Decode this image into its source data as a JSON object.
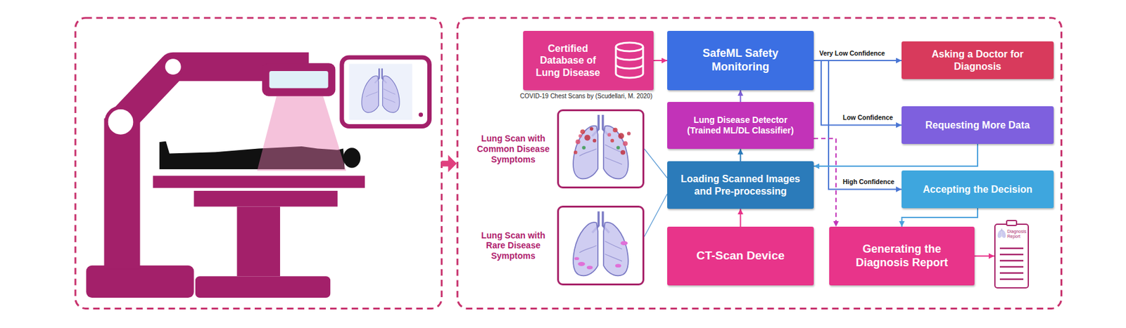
{
  "diagram": {
    "nodes": [
      {
        "text": [
          "Certified Database of Lung Disease"
        ]
      },
      {
        "text": [
          "SafeML Safety Monitoring"
        ]
      },
      {
        "text": [
          "Asking a Doctor for Diagnosis"
        ]
      },
      {
        "text": [
          "Lung Scan with Common Disease Symptoms"
        ]
      },
      {
        "text": [
          "Lung Disease Detector (Trained ML/DL Classifier)"
        ]
      },
      {
        "text": [
          "Requesting More Data"
        ]
      },
      {
        "text": [
          "Loading Scanned Images and Pre-processing"
        ]
      },
      {
        "text": [
          "Accepting the Decision"
        ]
      },
      {
        "text": [
          "Lung Scan with Rare Disease Symptoms"
        ]
      },
      {
        "text": [
          "CT-Scan Device"
        ]
      },
      {
        "text": [
          "Generating the Diagnosis Report"
        ]
      },
      {
        "text": [
          "Diagnosis Report"
        ]
      }
    ],
    "edges": [
      {
        "from": 0,
        "to": 1,
        "arrow": "to"
      },
      {
        "from": 1,
        "to": 2,
        "label": "Very Low Confidence",
        "arrow": "to"
      },
      {
        "from": 1,
        "to": 5,
        "label": "Low Confidence",
        "arrow": "to"
      },
      {
        "from": 1,
        "to": 7,
        "label": "High Confidence",
        "arrow": "to"
      },
      {
        "from": 3,
        "to": 6,
        "arrow": "none"
      },
      {
        "from": 8,
        "to": 6,
        "arrow": "none"
      },
      {
        "from": 9,
        "to": 6,
        "arrow": "to"
      },
      {
        "from": 6,
        "to": 4,
        "arrow": "to"
      },
      {
        "from": 4,
        "to": 1,
        "arrow": "to"
      },
      {
        "from": 5,
        "to": 6,
        "arrow": "to"
      },
      {
        "from": 7,
        "to": 10,
        "arrow": "to"
      },
      {
        "from": 4,
        "to": 10,
        "arrow": "to"
      },
      {
        "from": 10,
        "to": 11,
        "arrow": "to"
      }
    ],
    "labels": [
      "COVID-19 Chest Scans by (Scudellari, M. 2020)"
    ]
  }
}
